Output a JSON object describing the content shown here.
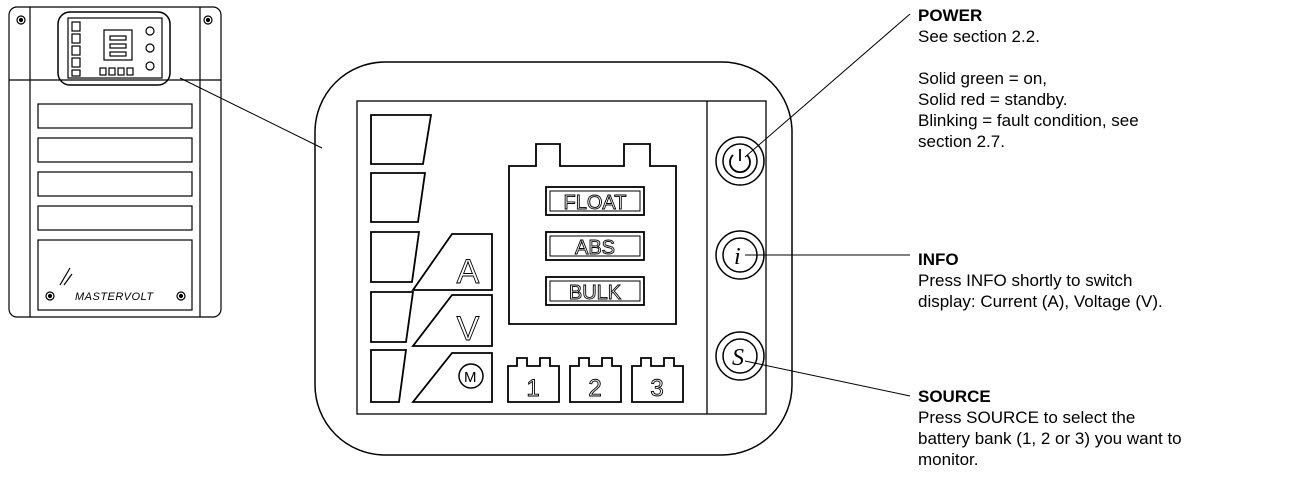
{
  "device": {
    "brand": "MASTERVOLT"
  },
  "panel": {
    "status_labels": [
      "FLOAT",
      "ABS",
      "BULK"
    ],
    "mode_labels": [
      "A",
      "V"
    ],
    "battery_labels": [
      "1",
      "2",
      "3"
    ],
    "button_icons": [
      "power-icon",
      "info-icon",
      "source-icon"
    ]
  },
  "callouts": {
    "power": {
      "title": "POWER",
      "desc": "See section 2.2.",
      "desc2_lines": [
        "Solid green = on,",
        "Solid red = standby.",
        "Blinking = fault condition, see",
        "section  2.7."
      ]
    },
    "info": {
      "title": "INFO",
      "desc_lines": [
        "Press INFO shortly to switch",
        "display: Current (A), Voltage (V)."
      ]
    },
    "source": {
      "title": "SOURCE",
      "desc_lines": [
        "Press SOURCE to select the",
        "battery bank (1, 2 or 3) you want to",
        "monitor."
      ]
    }
  }
}
